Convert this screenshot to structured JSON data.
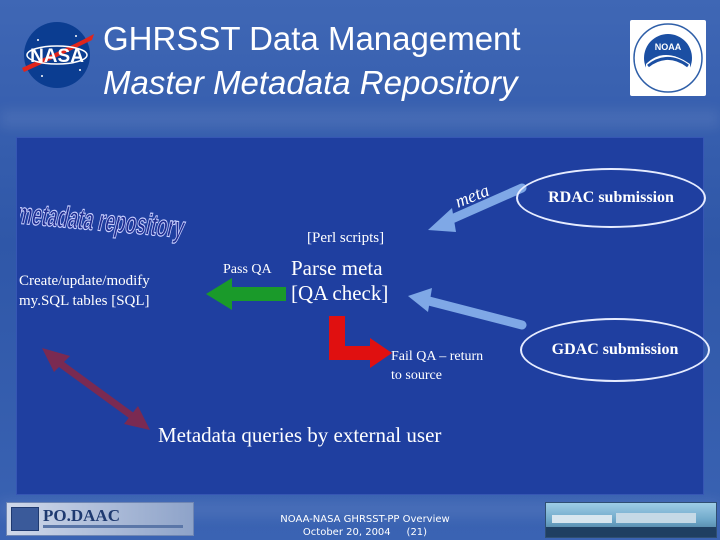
{
  "slide": {
    "title": "GHRSST Data Management",
    "subtitle": "Master Metadata Repository"
  },
  "logos": {
    "nasa": "NASA",
    "noaa": "NOAA"
  },
  "diagram": {
    "repository_graphic": "metadata repository",
    "meta_label": "meta",
    "perl_label": "[Perl scripts]",
    "parse_line1": "Parse meta",
    "parse_line2": "[QA check]",
    "pass_label": "Pass QA",
    "create_line1": "Create/update/modify",
    "create_line2": "my.SQL tables [SQL]",
    "fail_line1": "Fail QA – return",
    "fail_line2": "to source",
    "rdac": "RDAC submission",
    "gdac": "GDAC submission",
    "queries": "Metadata queries by external user"
  },
  "footer": {
    "line1": "NOAA-NASA GHRSST-PP Overview",
    "line2": "October 20, 2004     (21)",
    "podaac": "PO.DAAC"
  },
  "colors": {
    "pass_arrow": "#1a9a2a",
    "fail_arrow": "#e01010",
    "repo_text": "#1f2d90",
    "query_arrow": "#7a2a52"
  }
}
